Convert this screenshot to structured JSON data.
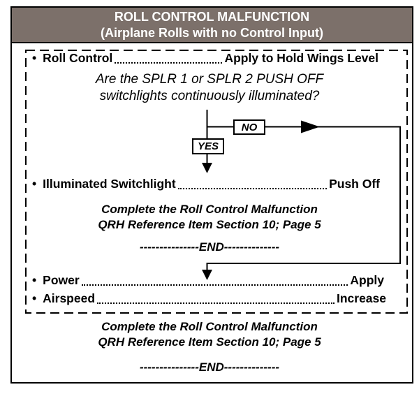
{
  "header": {
    "title": "ROLL CONTROL MALFUNCTION",
    "subtitle": "(Airplane Rolls with no Control Input)"
  },
  "checklist": {
    "roll_control": {
      "bullet": "•",
      "label": "Roll Control",
      "action": "Apply to Hold Wings Level"
    },
    "question": {
      "line1": "Are the SPLR 1 or SPLR 2 PUSH OFF",
      "line2": "switchlights continuously illuminated?"
    },
    "branch_labels": {
      "no": "NO",
      "yes": "YES"
    },
    "yes_branch": {
      "illuminated_switchlight": {
        "bullet": "•",
        "label": "Illuminated Switchlight",
        "action": "Push Off"
      },
      "note_line1": "Complete the Roll Control Malfunction",
      "note_line2": "QRH Reference Item Section 10; Page 5",
      "end_marker": "---------------END--------------"
    },
    "continue_branch": {
      "power": {
        "bullet": "•",
        "label": "Power",
        "action": "Apply"
      },
      "airspeed": {
        "bullet": "•",
        "label": "Airspeed",
        "action": "Increase"
      }
    },
    "footer": {
      "note_line1": "Complete the Roll Control Malfunction",
      "note_line2": "QRH Reference Item Section 10; Page 5",
      "end_marker": "---------------END--------------"
    }
  },
  "colors": {
    "header_background": "#7c706a",
    "header_text": "#ffffff",
    "line_color": "#000000",
    "page_background": "#ffffff"
  }
}
